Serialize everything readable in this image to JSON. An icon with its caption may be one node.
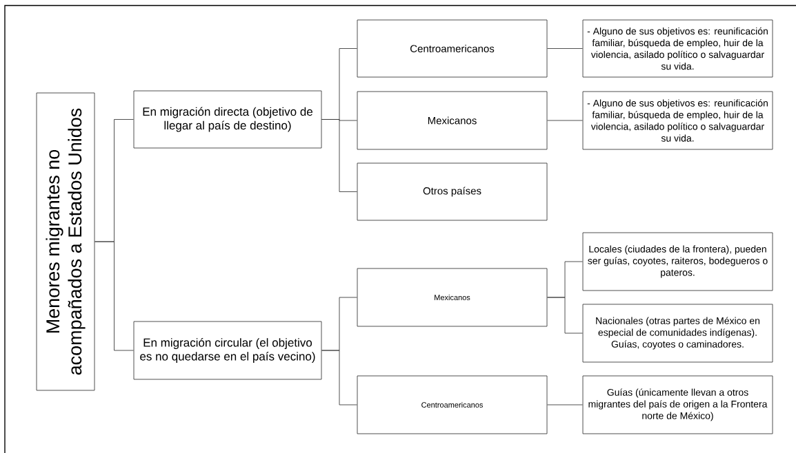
{
  "diagram": {
    "nodes": [
      {
        "text": [
          "Menores migrantes no acompañados a Estados Unidos"
        ]
      },
      {
        "text": [
          "En migración directa (objetivo de llegar al país de destino)"
        ]
      },
      {
        "text": [
          "En migración circular (el objetivo es no quedarse en el país vecino)"
        ]
      },
      {
        "text": [
          "Centroamericanos"
        ]
      },
      {
        "text": [
          "Mexicanos"
        ]
      },
      {
        "text": [
          "Otros países"
        ]
      },
      {
        "text": [
          "- Alguno de sus objetivos es: reunificación familiar, búsqueda de empleo, huir de la violencia, asilado político o salvaguardar su vida."
        ]
      },
      {
        "text": [
          "- Alguno de sus objetivos es: reunificación familiar, búsqueda de empleo, huir de la violencia, asilado político o salvaguardar su vida."
        ]
      },
      {
        "text": [
          "Mexicanos"
        ]
      },
      {
        "text": [
          "Centroamericanos"
        ]
      },
      {
        "text": [
          "Locales (ciudades de la frontera), pueden ser guías, coyotes, raiteros, bodegueros o pateros."
        ]
      },
      {
        "text": [
          "Nacionales (otras partes de México en especial de comunidades indígenas). Guías, coyotes o caminadores."
        ]
      },
      {
        "text": [
          "Guías (únicamente llevan a otros migrantes del país de origen a la Frontera norte de México)"
        ]
      }
    ],
    "edges": [
      {
        "from": 0,
        "to": 1,
        "arrow": "none"
      },
      {
        "from": 0,
        "to": 2,
        "arrow": "none"
      },
      {
        "from": 1,
        "to": 3,
        "arrow": "none"
      },
      {
        "from": 1,
        "to": 4,
        "arrow": "none"
      },
      {
        "from": 1,
        "to": 5,
        "arrow": "none"
      },
      {
        "from": 3,
        "to": 6,
        "arrow": "none"
      },
      {
        "from": 4,
        "to": 7,
        "arrow": "none"
      },
      {
        "from": 2,
        "to": 8,
        "arrow": "none"
      },
      {
        "from": 2,
        "to": 9,
        "arrow": "none"
      },
      {
        "from": 8,
        "to": 10,
        "arrow": "none"
      },
      {
        "from": 8,
        "to": 11,
        "arrow": "none"
      },
      {
        "from": 9,
        "to": 12,
        "arrow": "none"
      }
    ]
  }
}
